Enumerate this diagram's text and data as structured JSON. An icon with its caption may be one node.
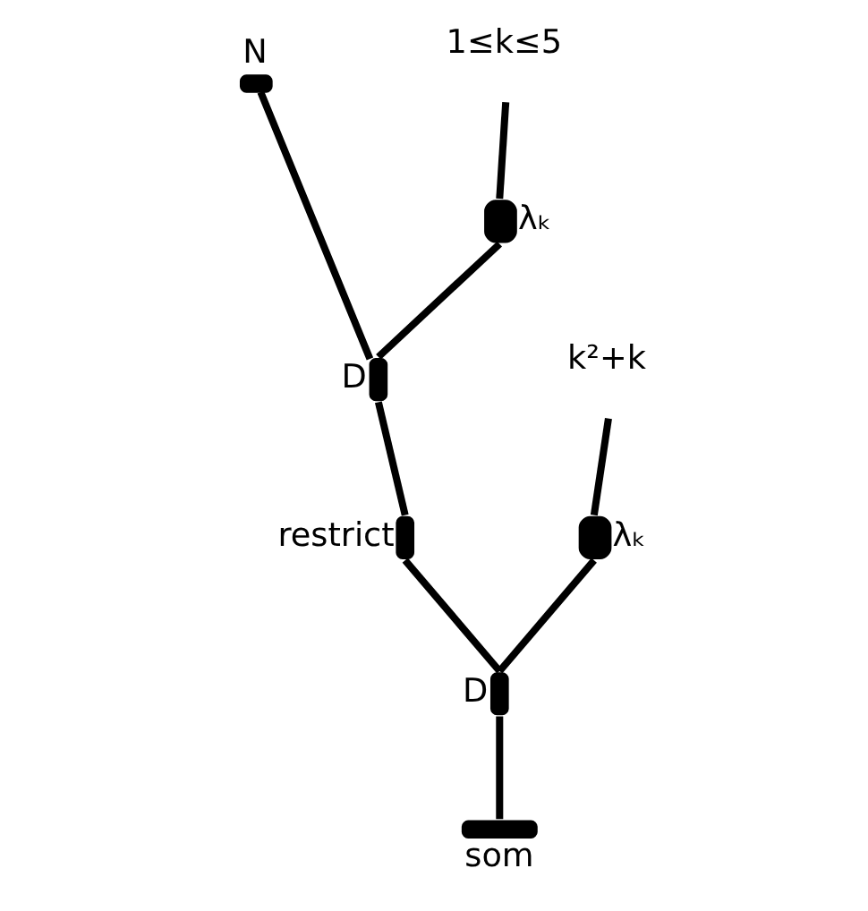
{
  "diagram": {
    "nodes": [
      {
        "text": [
          "N"
        ]
      },
      {
        "text": [
          "1≤k≤5"
        ]
      },
      {
        "text": [
          "λₖ"
        ]
      },
      {
        "text": [
          "D"
        ]
      },
      {
        "text": [
          "restrict"
        ]
      },
      {
        "text": [
          "k²+k"
        ]
      },
      {
        "text": [
          "λₖ"
        ]
      },
      {
        "text": [
          "D"
        ]
      },
      {
        "text": [
          "som"
        ]
      }
    ],
    "edges": [
      {
        "from": 0,
        "to": 3,
        "arrow": "none"
      },
      {
        "from": 1,
        "to": 2,
        "arrow": "none"
      },
      {
        "from": 2,
        "to": 3,
        "arrow": "none"
      },
      {
        "from": 3,
        "to": 4,
        "arrow": "none"
      },
      {
        "from": 4,
        "to": 7,
        "arrow": "none"
      },
      {
        "from": 5,
        "to": 6,
        "arrow": "none"
      },
      {
        "from": 6,
        "to": 7,
        "arrow": "none"
      },
      {
        "from": 7,
        "to": 8,
        "arrow": "none"
      }
    ]
  }
}
